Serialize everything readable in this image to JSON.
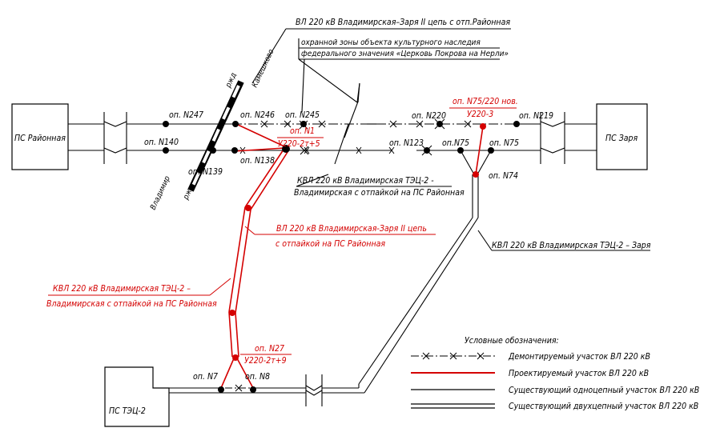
{
  "substations": {
    "raionnaya": "ПС Районная",
    "zarya": "ПС Заря",
    "tec2": "ПС ТЭЦ-2"
  },
  "supports": {
    "n247": "оп. N247",
    "n246": "оп. N246",
    "n245": "оп. N245",
    "n140": "оп. N140",
    "n139": "оп. N139",
    "n138": "оп. N138",
    "n1": "оп. N1",
    "n1_type": "У220-2т+5",
    "n220": "оп. N220",
    "n219": "оп. N219",
    "n123": "оп. N123",
    "n75_left": "оп.N75",
    "n75_right": "оп. N75",
    "n74": "оп. N74",
    "n75new": "оп. N75/220 нов.",
    "n75new_type": "У220-3",
    "n27": "оп. N27",
    "n27_type": "У220-2т+9",
    "n7": "оп. N7",
    "n8": "оп. N8"
  },
  "railway": {
    "label_top": "ржд",
    "label_bottom": "ржд",
    "toward_kameshkovo": "Камешково",
    "toward_vladimir": "Владимир"
  },
  "labels": {
    "vl_zarya_ii_top": "ВЛ 220 кВ Владимирская–Заря II цепь с отп.Районная",
    "protection_1": "охранной зоны объекта культурного наследия",
    "protection_2": "федерального значения «Церковь Покрова на Нерли»",
    "kvl_tec2_black_1": "КВЛ 220 кВ Владимирская ТЭЦ-2 -",
    "kvl_tec2_black_2": "Владимирская с отпайкой на ПС Районная",
    "kvl_tec2_zarya": "КВЛ 220 кВ Владимирская ТЭЦ-2 – Заря",
    "vl_zarya_ii_red_1": "ВЛ 220 кВ Владимирская-Заря II цепь",
    "vl_zarya_ii_red_2": "с отпайкой на ПС Районная",
    "kvl_tec2_red_1": "КВЛ 220 кВ Владимирская ТЭЦ-2 –",
    "kvl_tec2_red_2": "Владимирская с отпайкой на ПС Районная"
  },
  "legend": {
    "title": "Условные обозначения:",
    "dismantled": "Демонтируемый участок ВЛ 220 кВ",
    "designed": "Проектируемый участок ВЛ 220 кВ",
    "single_circuit": "Существующий одноцепный участок ВЛ 220 кВ",
    "double_circuit": "Существующий двухцепный участок ВЛ 220 кВ"
  },
  "colors": {
    "designed": "#d40000",
    "existing": "#000000"
  }
}
